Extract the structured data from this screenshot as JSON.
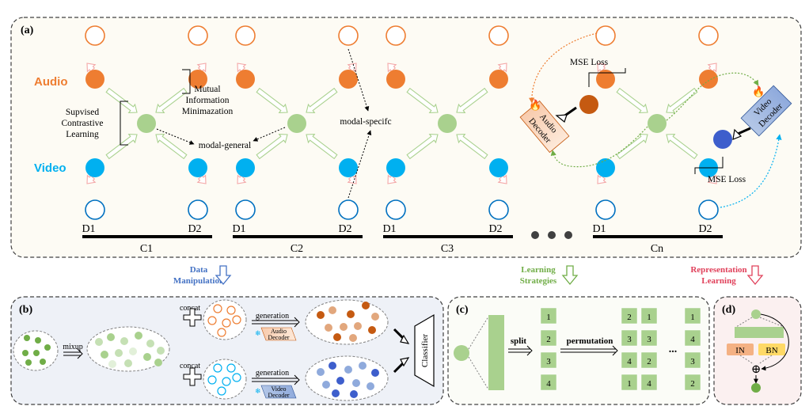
{
  "panel_a": {
    "tag": "(a)",
    "audio_label": "Audio",
    "video_label": "Video",
    "mutual_info": [
      "Mutual",
      "Information",
      "Minimazation"
    ],
    "supervised": [
      "Supvised",
      "Contrastive",
      "Learning"
    ],
    "modal_general": "modal-general",
    "modal_specific": "modal-specifc",
    "mse_top": "MSE Loss",
    "mse_bottom": "MSE Loss",
    "audio_decoder": [
      "Audio",
      "Decoder"
    ],
    "video_decoder": [
      "Video",
      "Decoder"
    ],
    "d1": "D1",
    "d2": "D2",
    "clients": [
      "C1",
      "C2",
      "C3",
      "Cn"
    ],
    "ellipsis_dots": "● ● ●"
  },
  "arrows": {
    "data_manipulation": [
      "Data",
      "Manipulation"
    ],
    "learning_strategies": [
      "Learning",
      "Strategies"
    ],
    "representation_learning": [
      "Representation",
      "Learning"
    ]
  },
  "panel_b": {
    "tag": "(b)",
    "mixup": "mixup",
    "concat_top": "concat",
    "concat_bottom": "concat",
    "generation_top": "generation",
    "generation_bottom": "generation",
    "audio_decoder": [
      "Audio",
      "Decoder"
    ],
    "video_decoder": [
      "Video",
      "Decoder"
    ],
    "classifier": "Classifier"
  },
  "panel_c": {
    "tag": "(c)",
    "split": "split",
    "permutation": "permutation",
    "ellipsis": "...",
    "split_blocks": [
      "1",
      "2",
      "3",
      "4"
    ],
    "perm_columns": [
      [
        "2",
        "3",
        "4",
        "1"
      ],
      [
        "1",
        "3",
        "2",
        "4"
      ],
      [
        "1",
        "4",
        "3",
        "2"
      ]
    ]
  },
  "panel_d": {
    "tag": "(d)",
    "in": "IN",
    "bn": "BN",
    "plus": "⊕"
  },
  "colors": {
    "audio": "#ee7d31",
    "video": "#00b0f0",
    "general": "#a9d18e",
    "client_outline_audio": "#ee7d31",
    "client_outline_video": "#0070c0"
  }
}
